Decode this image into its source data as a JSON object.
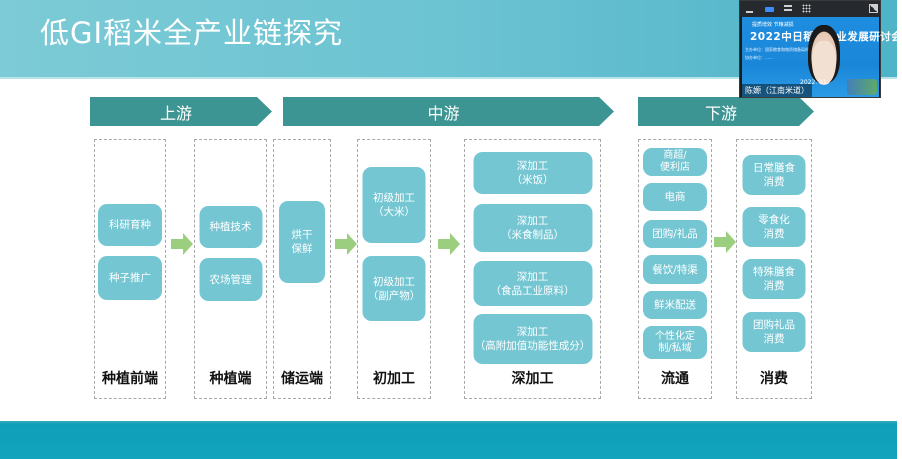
{
  "slide": {
    "title": "低GI稻米全产业链探究"
  },
  "stages": [
    {
      "label": "上游"
    },
    {
      "label": "中游"
    },
    {
      "label": "下游"
    }
  ],
  "columns": [
    {
      "label": "种植前端",
      "items": [
        "科研育种",
        "种子推广"
      ]
    },
    {
      "label": "种植端",
      "items": [
        "种植技术",
        "农场管理"
      ]
    },
    {
      "label": "储运端",
      "items": [
        "烘干\n保鲜"
      ]
    },
    {
      "label": "初加工",
      "items": [
        "初级加工\n（大米）",
        "初级加工\n（副产物）"
      ]
    },
    {
      "label": "深加工",
      "items": [
        "深加工\n（米饭）",
        "深加工\n（米食制品）",
        "深加工\n（食品工业原料）",
        "深加工\n（高附加值功能性成分）"
      ]
    },
    {
      "label": "流通",
      "items": [
        "商超/\n便利店",
        "电商",
        "团购/礼品",
        "餐饮/特渠",
        "鲜米配送",
        "个性化定\n制/私域"
      ]
    },
    {
      "label": "消费",
      "items": [
        "日常膳食\n消费",
        "零食化\n消费",
        "特殊膳食\n消费",
        "团购礼品\n消费"
      ]
    }
  ],
  "arrows": [
    {
      "icon": "right-arrow-icon"
    },
    {
      "icon": "right-arrow-icon"
    },
    {
      "icon": "right-arrow-icon"
    },
    {
      "icon": "right-arrow-icon"
    }
  ],
  "video_overlay": {
    "banner_top": "提质增效  节粮减损",
    "banner_title": "2022中日稻米产业发展研讨会",
    "banner_line1": "主办单位：国家粮食和物资储备局科学研究院",
    "banner_line2": "协办单位：……",
    "date": "2022. 11.",
    "participant_name": "陈嫄（江南米道）",
    "toolbar": [
      "minimize-icon",
      "speaker-view-icon",
      "strip-view-icon",
      "grid-view-icon",
      "exit-fullscreen-icon"
    ]
  },
  "colors": {
    "header": "#6cc3d2",
    "stage_chevron": "#3c9592",
    "item_box": "#75c6d3",
    "flow_arrow": "#9bcf7f",
    "footer": "#12a3bd"
  }
}
